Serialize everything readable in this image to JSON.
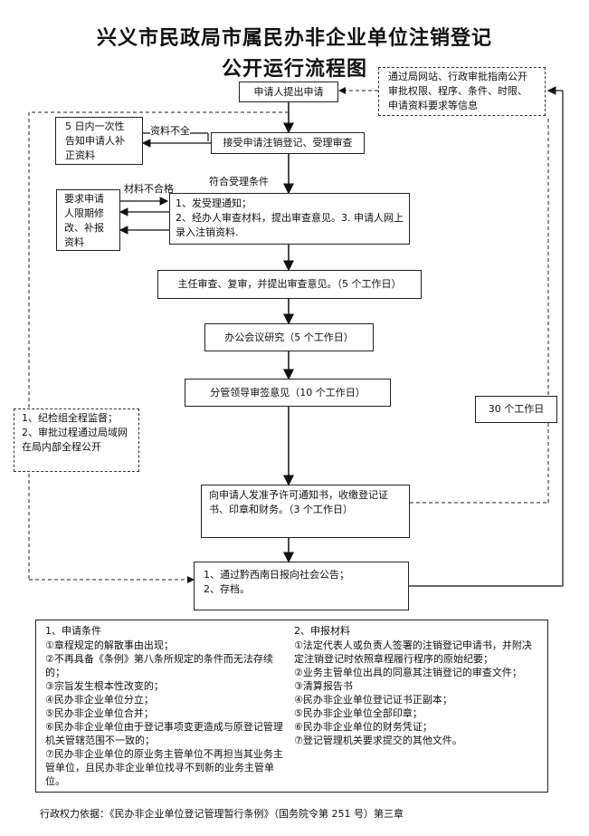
{
  "title": {
    "line1": "兴义市民政局市属民办非企业单位注销登记",
    "line2": "公开运行流程图"
  },
  "boxes": {
    "apply": "申请人提出申请",
    "info_note": "通过局网站、行政审批指南公开审批权限、程序、条件、时限、申请资料要求等信息",
    "notify_supplement": "5 日内一次性告知申请人补正资料",
    "receive": "接受申请注销登记、受理审查",
    "require_correction": "要求申请人限期修改、补报资料",
    "accept_notice": "1、发受理通知；\n2、经办人审查材料，提出审查意见。3. 申请人网上录入注销资料.",
    "director_review": "主任审查、复审，并提出审查意见。（5 个工作日）",
    "office_meeting": "办公会议研究（5 个工作日）",
    "leader_sign": "分管领导审签意见（10 个工作日）",
    "supervision": "1、纪检组全程监督；\n2、审批过程通过局域网在局内部全程公开",
    "thirty_days": "30 个工作日",
    "issue_notice": "向申请人发准予许可通知书，收缴登记证书、印章和财务。（3 个工作日）",
    "announce": "1、通过黔西南日报向社会公告；\n2、存档。"
  },
  "edge_labels": {
    "incomplete": "资料不全",
    "meets_conditions": "符合受理条件",
    "unqualified": "材料不合格"
  },
  "conditions": {
    "heading": "1、申请条件",
    "items": [
      "①章程规定的解散事由出现；",
      "②不再具备《条例》第八条所规定的条件而无法存续的；",
      "③宗旨发生根本性改变的；",
      "④民办非企业单位分立；",
      "⑤民办非企业单位合并；",
      "⑥民办非企业单位由于登记事项变更造成与原登记管理机关管辖范围不一致的；",
      "⑦民办非企业单位的原业务主管单位不再担当其业务主管单位，且民办非企业单位找寻不到新的业务主管单位。"
    ]
  },
  "materials": {
    "heading": "2、申报材料",
    "items": [
      "①法定代表人或负责人签署的注销登记申请书，并附决定注销登记时依照章程履行程序的原始纪要；",
      "②业务主管单位出具的同意其注销登记的审查文件；",
      "③清算报告书",
      "④民办非企业单位登记证书正副本；",
      "⑤民办非企业单位全部印章；",
      "⑥民办非企业单位的财务凭证；",
      "⑦登记管理机关要求提交的其他文件。"
    ]
  },
  "footer": "行政权力依据：《民办非企业单位登记管理暂行条例》（国务院令第 251 号）第三章"
}
